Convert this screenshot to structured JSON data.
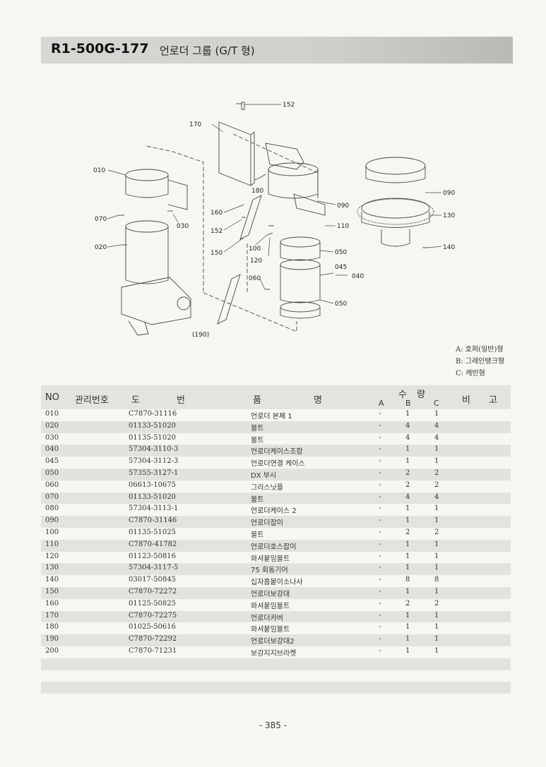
{
  "header": {
    "code": "R1-500G-177",
    "name": "언로더 그룹 (G/T 형)"
  },
  "diagram": {
    "callouts": [
      "152",
      "170",
      "010",
      "070",
      "030",
      "020",
      "180",
      "160",
      "152",
      "150",
      "100",
      "120",
      "060",
      "090",
      "110",
      "050",
      "045",
      "040",
      "050",
      "(190)",
      "090",
      "130",
      "140"
    ]
  },
  "legend": {
    "a": "A: 호퍼(일반)형",
    "b": "B: 그레인탱크형",
    "c": "C: 캐빈형"
  },
  "table": {
    "headers": {
      "no": "NO",
      "mgmt": "관리번호",
      "drawing_1": "도",
      "drawing_2": "번",
      "name_1": "품",
      "name_2": "명",
      "qty_1": "수",
      "qty_2": "량",
      "col_a": "A",
      "col_b": "B",
      "col_c": "C",
      "remark_1": "비",
      "remark_2": "고"
    },
    "rows": [
      {
        "no": "010",
        "part": "C7870-31116",
        "name": "언로더 본체 1",
        "a": "-",
        "b": "1",
        "c": "1"
      },
      {
        "no": "020",
        "part": "01133-51020",
        "name": "볼트",
        "a": "-",
        "b": "4",
        "c": "4"
      },
      {
        "no": "030",
        "part": "01135-51020",
        "name": "볼트",
        "a": "-",
        "b": "4",
        "c": "4"
      },
      {
        "no": "040",
        "part": "57304-3110-3",
        "name": "언로더케이스조합",
        "a": "-",
        "b": "1",
        "c": "1"
      },
      {
        "no": "045",
        "part": "57304-3112-3",
        "name": "언로더연결 케이스",
        "a": "-",
        "b": "1",
        "c": "1"
      },
      {
        "no": "050",
        "part": "57355-3127-1",
        "name": "DX 부시",
        "a": "-",
        "b": "2",
        "c": "2"
      },
      {
        "no": "060",
        "part": "06613-10675",
        "name": "그리스닛플",
        "a": "-",
        "b": "2",
        "c": "2"
      },
      {
        "no": "070",
        "part": "01133-51020",
        "name": "볼트",
        "a": "-",
        "b": "4",
        "c": "4"
      },
      {
        "no": "080",
        "part": "57304-3113-1",
        "name": "언로더케이스 2",
        "a": "-",
        "b": "1",
        "c": "1"
      },
      {
        "no": "090",
        "part": "C7870-31146",
        "name": "언로더잡이",
        "a": "-",
        "b": "1",
        "c": "1"
      },
      {
        "no": "100",
        "part": "01135-51025",
        "name": "볼트",
        "a": "-",
        "b": "2",
        "c": "2"
      },
      {
        "no": "110",
        "part": "C7870-41782",
        "name": "언로더호스잡이",
        "a": "-",
        "b": "1",
        "c": "1"
      },
      {
        "no": "120",
        "part": "01123-50816",
        "name": "와셔붙임볼트",
        "a": "-",
        "b": "1",
        "c": "1"
      },
      {
        "no": "130",
        "part": "57304-3117-5",
        "name": "75 회동기어",
        "a": "-",
        "b": "1",
        "c": "1"
      },
      {
        "no": "140",
        "part": "03017-50845",
        "name": "십자홈붙이소나사",
        "a": "-",
        "b": "8",
        "c": "8"
      },
      {
        "no": "150",
        "part": "C7870-72272",
        "name": "언로더보강대",
        "a": "-",
        "b": "1",
        "c": "1"
      },
      {
        "no": "160",
        "part": "01125-50825",
        "name": "와셔붙임볼트",
        "a": "-",
        "b": "2",
        "c": "2"
      },
      {
        "no": "170",
        "part": "C7870-72275",
        "name": "언로더카버",
        "a": "-",
        "b": "1",
        "c": "1"
      },
      {
        "no": "180",
        "part": "01025-50616",
        "name": "와셔붙임볼트",
        "a": "-",
        "b": "1",
        "c": "1"
      },
      {
        "no": "190",
        "part": "C7870-72292",
        "name": "언로더보강대2",
        "a": "-",
        "b": "1",
        "c": "1"
      },
      {
        "no": "200",
        "part": "C7870-71231",
        "name": "보강지지브라켓",
        "a": "-",
        "b": "1",
        "c": "1"
      }
    ]
  },
  "footer": {
    "page": "- 385 -"
  }
}
